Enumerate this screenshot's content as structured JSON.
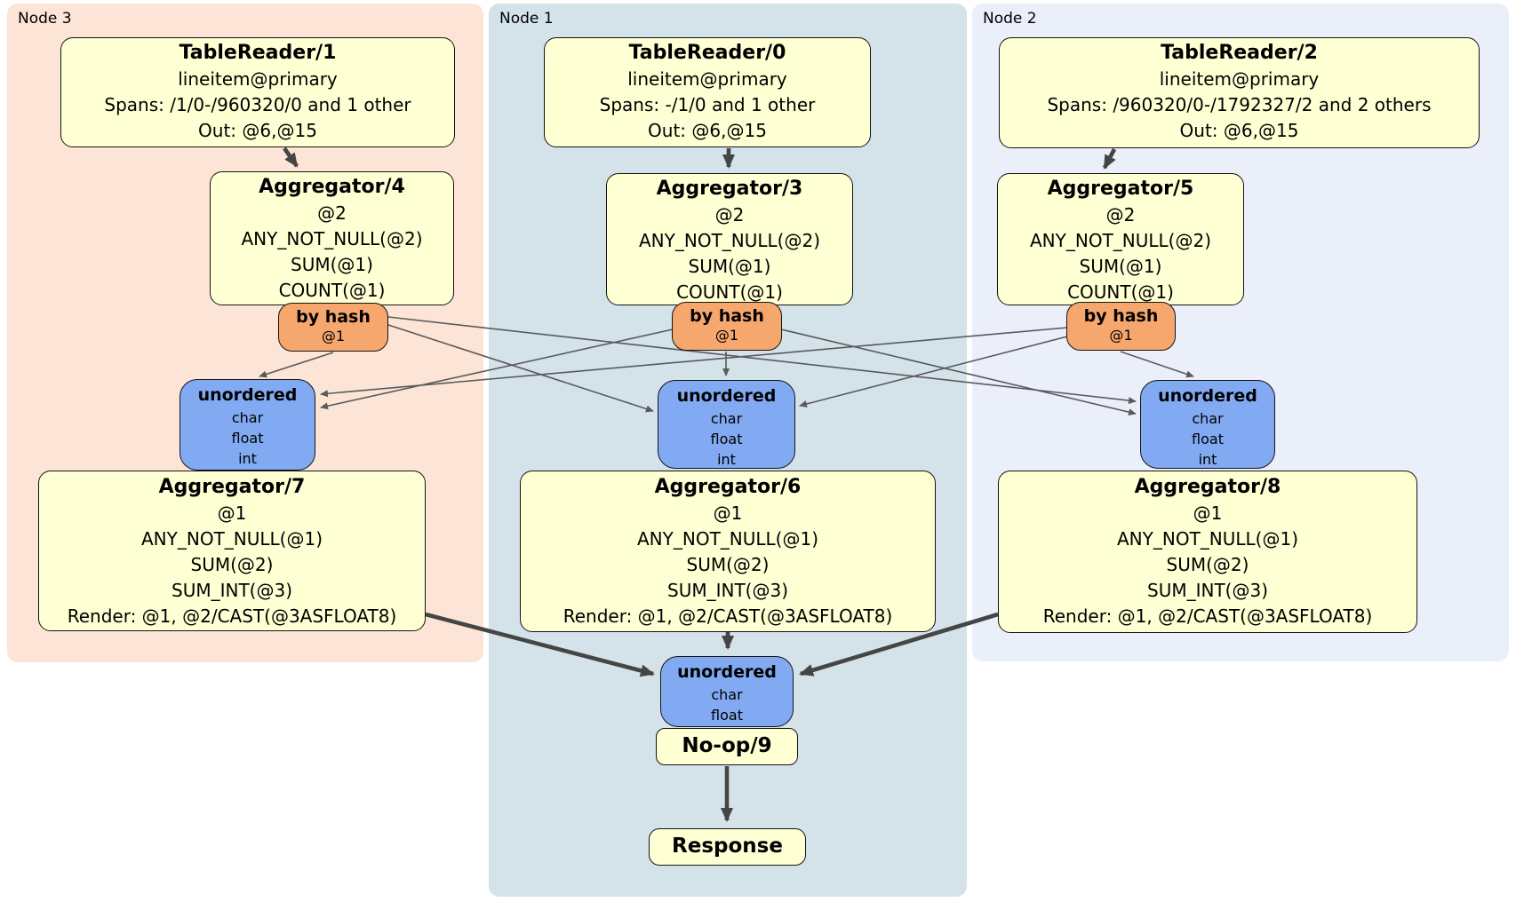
{
  "panels": [
    {
      "label": "Node 3",
      "tablereader": {
        "title": "TableReader/1",
        "table": "lineitem@primary",
        "spans": "Spans: /1/0-/960320/0 and 1 other",
        "out": "Out: @6,@15"
      },
      "aggregator_top": {
        "title": "Aggregator/4",
        "lines": [
          "@2",
          "ANY_NOT_NULL(@2)",
          "SUM(@1)",
          "COUNT(@1)"
        ]
      },
      "hash_router": {
        "title": "by hash",
        "key": "@1"
      },
      "sync": {
        "title": "unordered",
        "columns": [
          "char",
          "float",
          "int"
        ]
      },
      "aggregator_bottom": {
        "title": "Aggregator/7",
        "lines": [
          "@1",
          "ANY_NOT_NULL(@1)",
          "SUM(@2)",
          "SUM_INT(@3)",
          "Render: @1, @2/CAST(@3ASFLOAT8)"
        ]
      }
    },
    {
      "label": "Node 1",
      "tablereader": {
        "title": "TableReader/0",
        "table": "lineitem@primary",
        "spans": "Spans: -/1/0 and 1 other",
        "out": "Out: @6,@15"
      },
      "aggregator_top": {
        "title": "Aggregator/3",
        "lines": [
          "@2",
          "ANY_NOT_NULL(@2)",
          "SUM(@1)",
          "COUNT(@1)"
        ]
      },
      "hash_router": {
        "title": "by hash",
        "key": "@1"
      },
      "sync": {
        "title": "unordered",
        "columns": [
          "char",
          "float",
          "int"
        ]
      },
      "aggregator_bottom": {
        "title": "Aggregator/6",
        "lines": [
          "@1",
          "ANY_NOT_NULL(@1)",
          "SUM(@2)",
          "SUM_INT(@3)",
          "Render: @1, @2/CAST(@3ASFLOAT8)"
        ]
      }
    },
    {
      "label": "Node 2",
      "tablereader": {
        "title": "TableReader/2",
        "table": "lineitem@primary",
        "spans": "Spans: /960320/0-/1792327/2 and 2 others",
        "out": "Out: @6,@15"
      },
      "aggregator_top": {
        "title": "Aggregator/5",
        "lines": [
          "@2",
          "ANY_NOT_NULL(@2)",
          "SUM(@1)",
          "COUNT(@1)"
        ]
      },
      "hash_router": {
        "title": "by hash",
        "key": "@1"
      },
      "sync": {
        "title": "unordered",
        "columns": [
          "char",
          "float",
          "int"
        ]
      },
      "aggregator_bottom": {
        "title": "Aggregator/8",
        "lines": [
          "@1",
          "ANY_NOT_NULL(@1)",
          "SUM(@2)",
          "SUM_INT(@3)",
          "Render: @1, @2/CAST(@3ASFLOAT8)"
        ]
      }
    }
  ],
  "output": {
    "sync": {
      "title": "unordered",
      "columns": [
        "char",
        "float"
      ]
    },
    "noop": {
      "title": "No-op/9"
    },
    "response": {
      "title": "Response"
    }
  },
  "colors": {
    "node3_bg": "#fce4d7",
    "node1_bg": "#d4e2ea",
    "node2_bg": "#eaeffa",
    "processor_bg": "#ffffd4",
    "hash_router_bg": "#f5a76e",
    "sync_bg": "#81aaf2",
    "edge": "#4a4a4a"
  }
}
